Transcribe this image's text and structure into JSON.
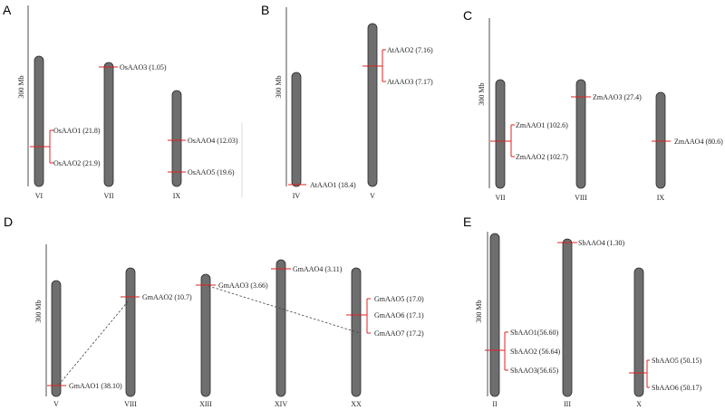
{
  "scale_label": "300 Mb",
  "panels": {
    "A": {
      "letter": "A",
      "chromosomes": [
        "VI",
        "VII",
        "IX"
      ],
      "genes": [
        "OsAAO1 (21.8)",
        "OsAAO2 (21.9)",
        "OsAAO3 (1.05)",
        "OsAAO4 (12.03)",
        "OsAAO5 (19.6)"
      ]
    },
    "B": {
      "letter": "B",
      "chromosomes": [
        "IV",
        "V"
      ],
      "genes": [
        "AtAAO1 (18.4)",
        "AtAAO2 (7.16)",
        "AtAAO3 (7.17)"
      ]
    },
    "C": {
      "letter": "C",
      "chromosomes": [
        "VII",
        "VIII",
        "IX"
      ],
      "genes": [
        "ZmAAO1 (102.6)",
        "ZmAAO2 (102.7)",
        "ZmAAO3 (27.4)",
        "ZmAAO4 (80.6)"
      ]
    },
    "D": {
      "letter": "D",
      "chromosomes": [
        "V",
        "VIII",
        "XIII",
        "XIV",
        "XX"
      ],
      "genes": [
        "GmAAO1 (38.10)",
        "GmAAO2 (10.7)",
        "GmAAO3 (3.66)",
        "GmAAO4 (3.11)",
        "GmAAO5 (17.0)",
        "GmAAO6 (17.1)",
        "GmAAO7 (17.2)"
      ]
    },
    "E": {
      "letter": "E",
      "chromosomes": [
        "II",
        "III",
        "X"
      ],
      "genes": [
        "SbAAO4 (1.30)",
        "SbAAO1(56.60)",
        "SbAAO2 (56.64)",
        "SbAAO3(56.65)",
        "SbAAO5 (50.15)",
        "SbAAO6 (50.17)"
      ]
    }
  }
}
